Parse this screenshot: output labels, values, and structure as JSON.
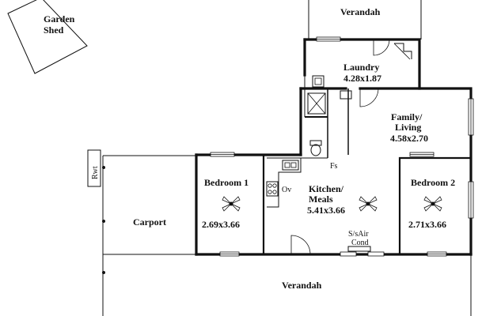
{
  "rooms": {
    "garden_shed": {
      "line1": "Garden",
      "line2": "Shed"
    },
    "verandah_top": {
      "name": "Verandah"
    },
    "laundry": {
      "name": "Laundry",
      "dims": "4.28x1.87"
    },
    "family_living": {
      "line1": "Family/",
      "line2": "Living",
      "dims": "4.58x2.70"
    },
    "bedroom1": {
      "name": "Bedroom 1",
      "dims": "2.69x3.66"
    },
    "kitchen_meals": {
      "line1": "Kitchen/",
      "line2": "Meals",
      "dims": "5.41x3.66"
    },
    "bedroom2": {
      "name": "Bedroom 2",
      "dims": "2.71x3.66"
    },
    "carport": {
      "name": "Carport"
    },
    "verandah_bottom": {
      "name": "Verandah"
    }
  },
  "fixtures": {
    "rwt": "Rwt",
    "oven": "Ov",
    "fridge_space": "Fs",
    "air_cond_line1": "S/sAir",
    "air_cond_line2": "Cond"
  },
  "icons": [
    "ceiling-fan-icon",
    "toilet-icon",
    "sink-icon",
    "door-swing-icon",
    "cooktop-icon"
  ]
}
